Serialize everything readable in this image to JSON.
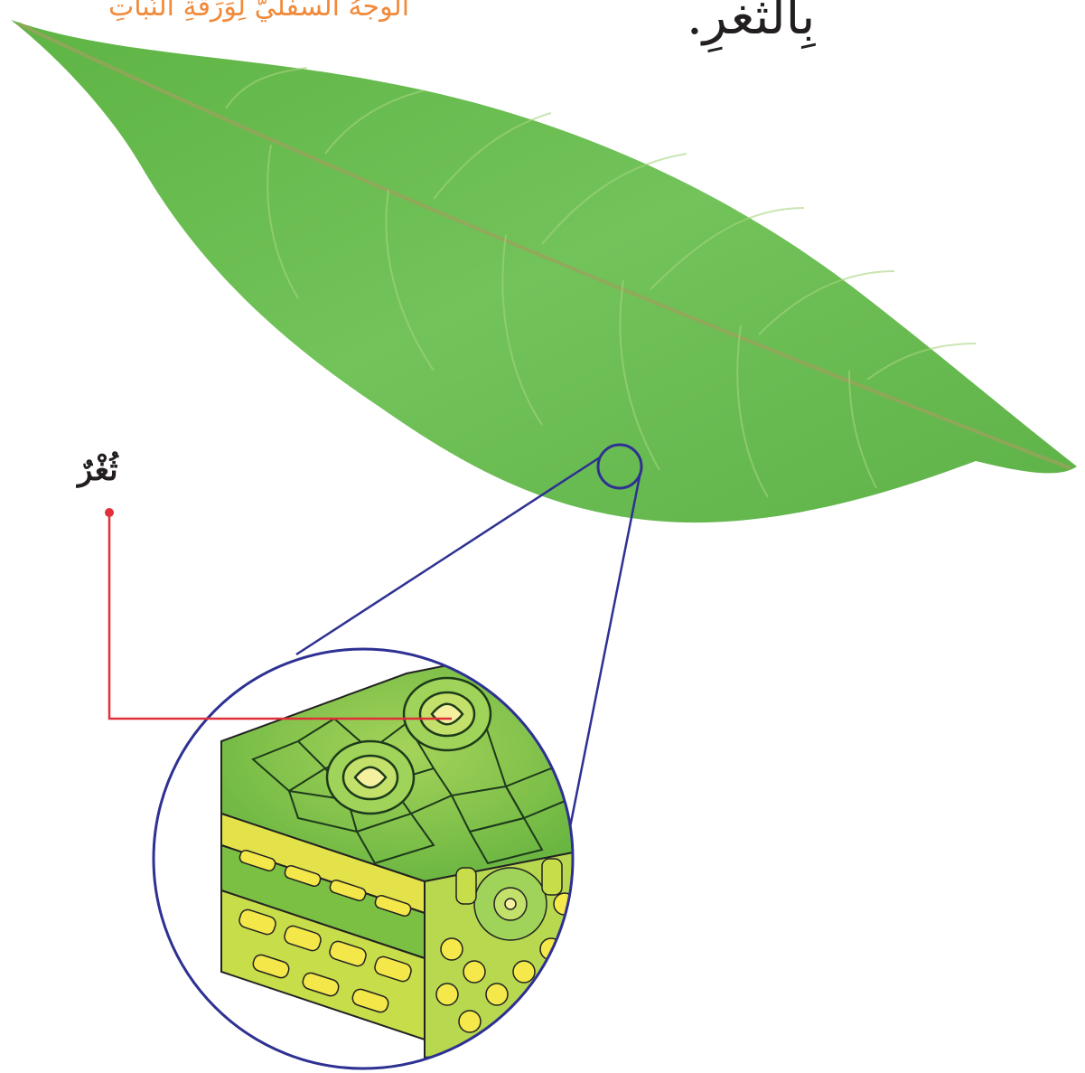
{
  "heading_fragment": "بِالثغرِ.",
  "caption": "الوجهُ السفليُّ لِوَرَقَةِ النَّباتِ",
  "labels": {
    "stoma": "ثُغْرٌ"
  },
  "colors": {
    "leaf": "#6cbf4a",
    "leaf_dark": "#4fa83a",
    "midrib": "#8a9a55",
    "zoom_circle": "#2e3192",
    "pointer": "#e0303a",
    "caption": "#f08a3c",
    "tissue_yellow": "#e8e84a",
    "tissue_green": "#7cc043"
  }
}
